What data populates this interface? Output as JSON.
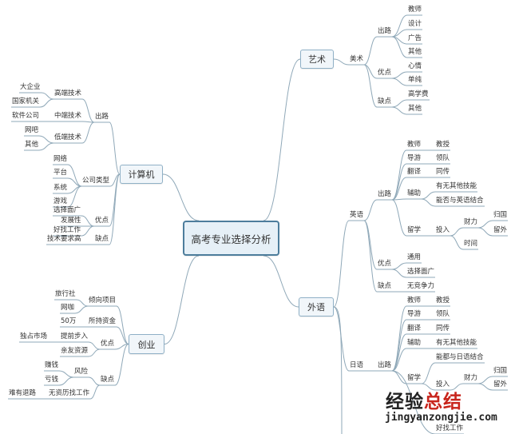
{
  "nodes": [
    {
      "text": "高考专业选择分析",
      "parent": null
    },
    {
      "text": "艺术",
      "parent": 0
    },
    {
      "text": "美术",
      "parent": 1
    },
    {
      "text": "出路",
      "parent": 2
    },
    {
      "text": "教师",
      "parent": 3
    },
    {
      "text": "设计",
      "parent": 3
    },
    {
      "text": "广告",
      "parent": 3
    },
    {
      "text": "其他",
      "parent": 3
    },
    {
      "text": "优点",
      "parent": 2
    },
    {
      "text": "心情",
      "parent": 8
    },
    {
      "text": "单纯",
      "parent": 8
    },
    {
      "text": "缺点",
      "parent": 2
    },
    {
      "text": "高学费",
      "parent": 11
    },
    {
      "text": "其他",
      "parent": 11
    },
    {
      "text": "外语",
      "parent": 0
    },
    {
      "text": "英语",
      "parent": 14
    },
    {
      "text": "出路",
      "parent": 15
    },
    {
      "text": "教师",
      "parent": 16
    },
    {
      "text": "教授",
      "parent": 17
    },
    {
      "text": "导游",
      "parent": 16
    },
    {
      "text": "领队",
      "parent": 19
    },
    {
      "text": "翻译",
      "parent": 16
    },
    {
      "text": "同传",
      "parent": 21
    },
    {
      "text": "辅助",
      "parent": 16
    },
    {
      "text": "有无其他技能",
      "parent": 23
    },
    {
      "text": "能否与英语结合",
      "parent": 23
    },
    {
      "text": "留学",
      "parent": 16
    },
    {
      "text": "投入",
      "parent": 26
    },
    {
      "text": "财力",
      "parent": 27
    },
    {
      "text": "归国",
      "parent": 28
    },
    {
      "text": "留外",
      "parent": 28
    },
    {
      "text": "时间",
      "parent": 27
    },
    {
      "text": "优点",
      "parent": 15
    },
    {
      "text": "通用",
      "parent": 32
    },
    {
      "text": "选择面广",
      "parent": 32
    },
    {
      "text": "缺点",
      "parent": 15
    },
    {
      "text": "无竞争力",
      "parent": 35
    },
    {
      "text": "日语",
      "parent": 14
    },
    {
      "text": "出路",
      "parent": 37
    },
    {
      "text": "教师",
      "parent": 38
    },
    {
      "text": "教授",
      "parent": 39
    },
    {
      "text": "导游",
      "parent": 38
    },
    {
      "text": "领队",
      "parent": 41
    },
    {
      "text": "翻译",
      "parent": 38
    },
    {
      "text": "同传",
      "parent": 43
    },
    {
      "text": "辅助",
      "parent": 38
    },
    {
      "text": "有无其他技能",
      "parent": 45
    },
    {
      "text": "留学",
      "parent": 38
    },
    {
      "text": "能都与日语结合",
      "parent": 47
    },
    {
      "text": "投入",
      "parent": 47
    },
    {
      "text": "财力",
      "parent": 49
    },
    {
      "text": "归国",
      "parent": 50
    },
    {
      "text": "留外",
      "parent": 50
    },
    {
      "text": "好找工作",
      "parent": 38
    },
    {
      "text": "计算机",
      "parent": 0
    },
    {
      "text": "出路",
      "parent": 54
    },
    {
      "text": "高端技术",
      "parent": 55
    },
    {
      "text": "大企业",
      "parent": 56
    },
    {
      "text": "国家机关",
      "parent": 56
    },
    {
      "text": "中端技术",
      "parent": 55
    },
    {
      "text": "软件公司",
      "parent": 59
    },
    {
      "text": "低端技术",
      "parent": 55
    },
    {
      "text": "网吧",
      "parent": 61
    },
    {
      "text": "其他",
      "parent": 61
    },
    {
      "text": "公司类型",
      "parent": 54
    },
    {
      "text": "网络",
      "parent": 64
    },
    {
      "text": "平台",
      "parent": 64
    },
    {
      "text": "系统",
      "parent": 64
    },
    {
      "text": "游戏",
      "parent": 64
    },
    {
      "text": "优点",
      "parent": 54
    },
    {
      "text": "选择面广",
      "parent": 69
    },
    {
      "text": "发展性",
      "parent": 69
    },
    {
      "text": "好找工作",
      "parent": 69
    },
    {
      "text": "缺点",
      "parent": 54
    },
    {
      "text": "技术要求高",
      "parent": 73
    },
    {
      "text": "创业",
      "parent": 0
    },
    {
      "text": "倾向项目",
      "parent": 75
    },
    {
      "text": "旅行社",
      "parent": 76
    },
    {
      "text": "网咖",
      "parent": 76
    },
    {
      "text": "所持资金",
      "parent": 75
    },
    {
      "text": "50万",
      "parent": 79
    },
    {
      "text": "优点",
      "parent": 75
    },
    {
      "text": "提前步入",
      "parent": 81
    },
    {
      "text": "独占市场",
      "parent": 82
    },
    {
      "text": "亲友资源",
      "parent": 81
    },
    {
      "text": "缺点",
      "parent": 75
    },
    {
      "text": "风险",
      "parent": 85
    },
    {
      "text": "赚钱",
      "parent": 86
    },
    {
      "text": "亏钱",
      "parent": 86
    },
    {
      "text": "无资历找工作",
      "parent": 85
    },
    {
      "text": "难有退路",
      "parent": 89
    }
  ],
  "watermark": {
    "black": "经验",
    "red": "总结",
    "url": "jingyanzongjie.com"
  },
  "colors": {
    "line": "#8fa8b8",
    "center_border": "#4d7d9c",
    "box_border": "#8fb0c6",
    "watermark_red": "#c8251c"
  }
}
